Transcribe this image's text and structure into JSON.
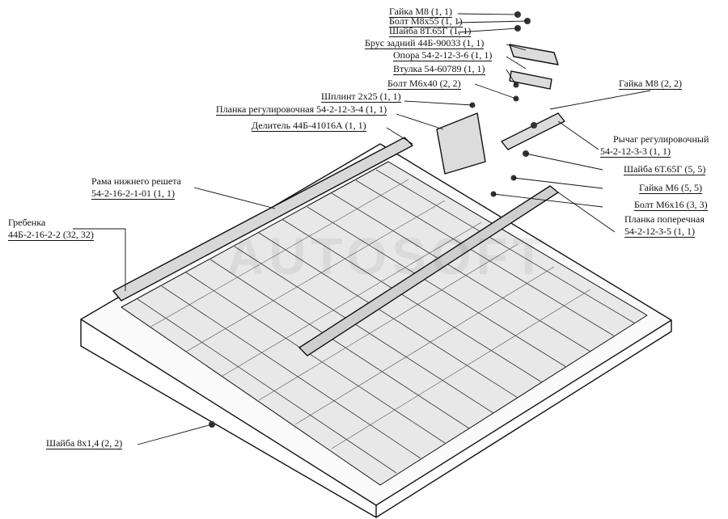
{
  "labels": {
    "nut_m8_top": "Гайка М8 (1, 1)",
    "bolt_m8x55": "Болт М8х55 (1, 1)",
    "washer_8t65g": "Шайба 8Т.65Г (1, 1)",
    "rear_beam": "Брус задний 44Б-90033 (1, 1)",
    "support": "Опора 54-2-12-3-6 (1, 1)",
    "bushing": "Втулка 54-60789 (1, 1)",
    "bolt_m6x40": "Болт М6х40 (2, 2)",
    "nut_m8_right": "Гайка М8 (2, 2)",
    "cotter_pin": "Шплинт 2х25 (1, 1)",
    "adjusting_bar": "Планка регулировочная 54-2-12-3-4 (1, 1)",
    "divider": "Делитель 44Б-41016А (1, 1)",
    "adjusting_lever_1": "Рычаг регулировочный",
    "adjusting_lever_2": "54-2-12-3-3 (1, 1)",
    "washer_6t65g": "Шайба 6Т.65Г (5, 5)",
    "nut_m6": "Гайка М6 (5, 5)",
    "bolt_m6x16": "Болт М6х16 (3, 3)",
    "cross_bar_1": "Планка поперечная",
    "cross_bar_2": "54-2-12-3-5 (1, 1)",
    "frame_1": "Рама нижнего решета",
    "frame_2": "54-2-16-2-1-01 (1, 1)",
    "comb_1": "Гребенка",
    "comb_2": "44Б-2-16-2-2 (32, 32)",
    "washer_8x14": "Шайба 8х1,4 (2, 2)"
  },
  "watermark": "AUTOSOFT"
}
